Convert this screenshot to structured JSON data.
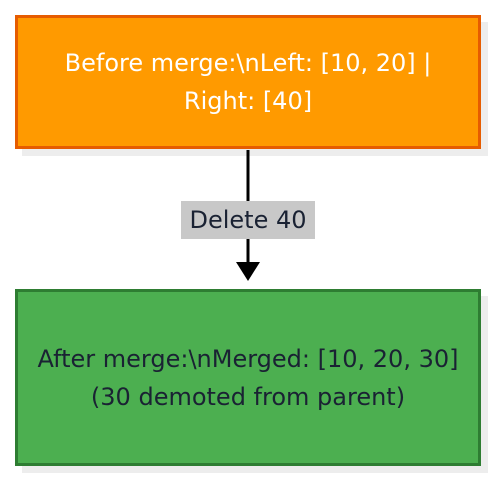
{
  "nodes": {
    "before": {
      "label": "Before merge:\\nLeft: [10, 20] | Right: [40]",
      "fill": "#ff9a00",
      "border": "#e65c00"
    },
    "after": {
      "label": "After merge:\\nMerged: [10, 20, 30] (30 demoted from parent)",
      "fill": "#4caf50",
      "border": "#2e7d32"
    }
  },
  "edge": {
    "label": "Delete 40",
    "label_background": "#c8c8c8"
  }
}
